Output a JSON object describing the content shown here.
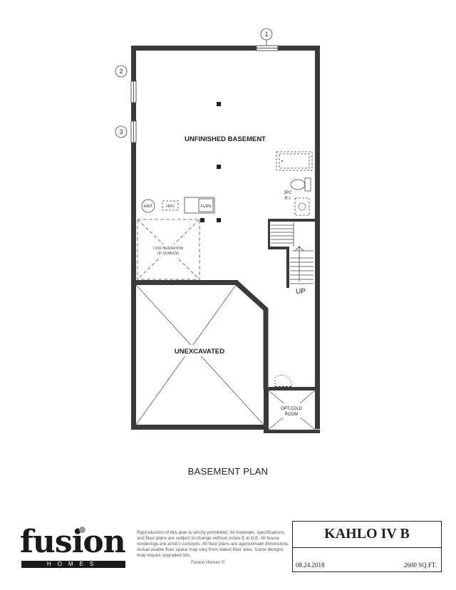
{
  "plan": {
    "title": "BASEMENT PLAN",
    "rooms": {
      "unfinished": "UNFINISHED BASEMENT",
      "unexcavated": "UNEXCAVATED",
      "cold_room_line1": "OPT.COLD",
      "cold_room_line2": "ROOM",
      "low_headroom_line1": "LOW HEADROOM",
      "low_headroom_line2": "(IF SUNKEN)"
    },
    "labels": {
      "hwt": "HWT",
      "hrv": "HRV",
      "furn": "FURN",
      "rough_in_line1": "3PC",
      "rough_in_line2": "R.I.",
      "up": "UP"
    },
    "window_markers": [
      "1",
      "2",
      "3"
    ]
  },
  "footer": {
    "logo_word": "fusion",
    "logo_sub": "HOMES",
    "disclaimer": "Reproduction of this plan is strictly prohibited.  All materials, specifications, and floor plans are subject to change without notice E.& O.E.  All house renderings are artist's concepts.  All floor plans are approximate dimensions.  Actual usable floor space may vary from stated floor area.  Some designs may require upgraded lots.",
    "copyright": "Fusion Homes ©",
    "model_name": "KAHLO IV B",
    "date": "08.24.2018",
    "sqft": "2600 SQ.FT."
  }
}
